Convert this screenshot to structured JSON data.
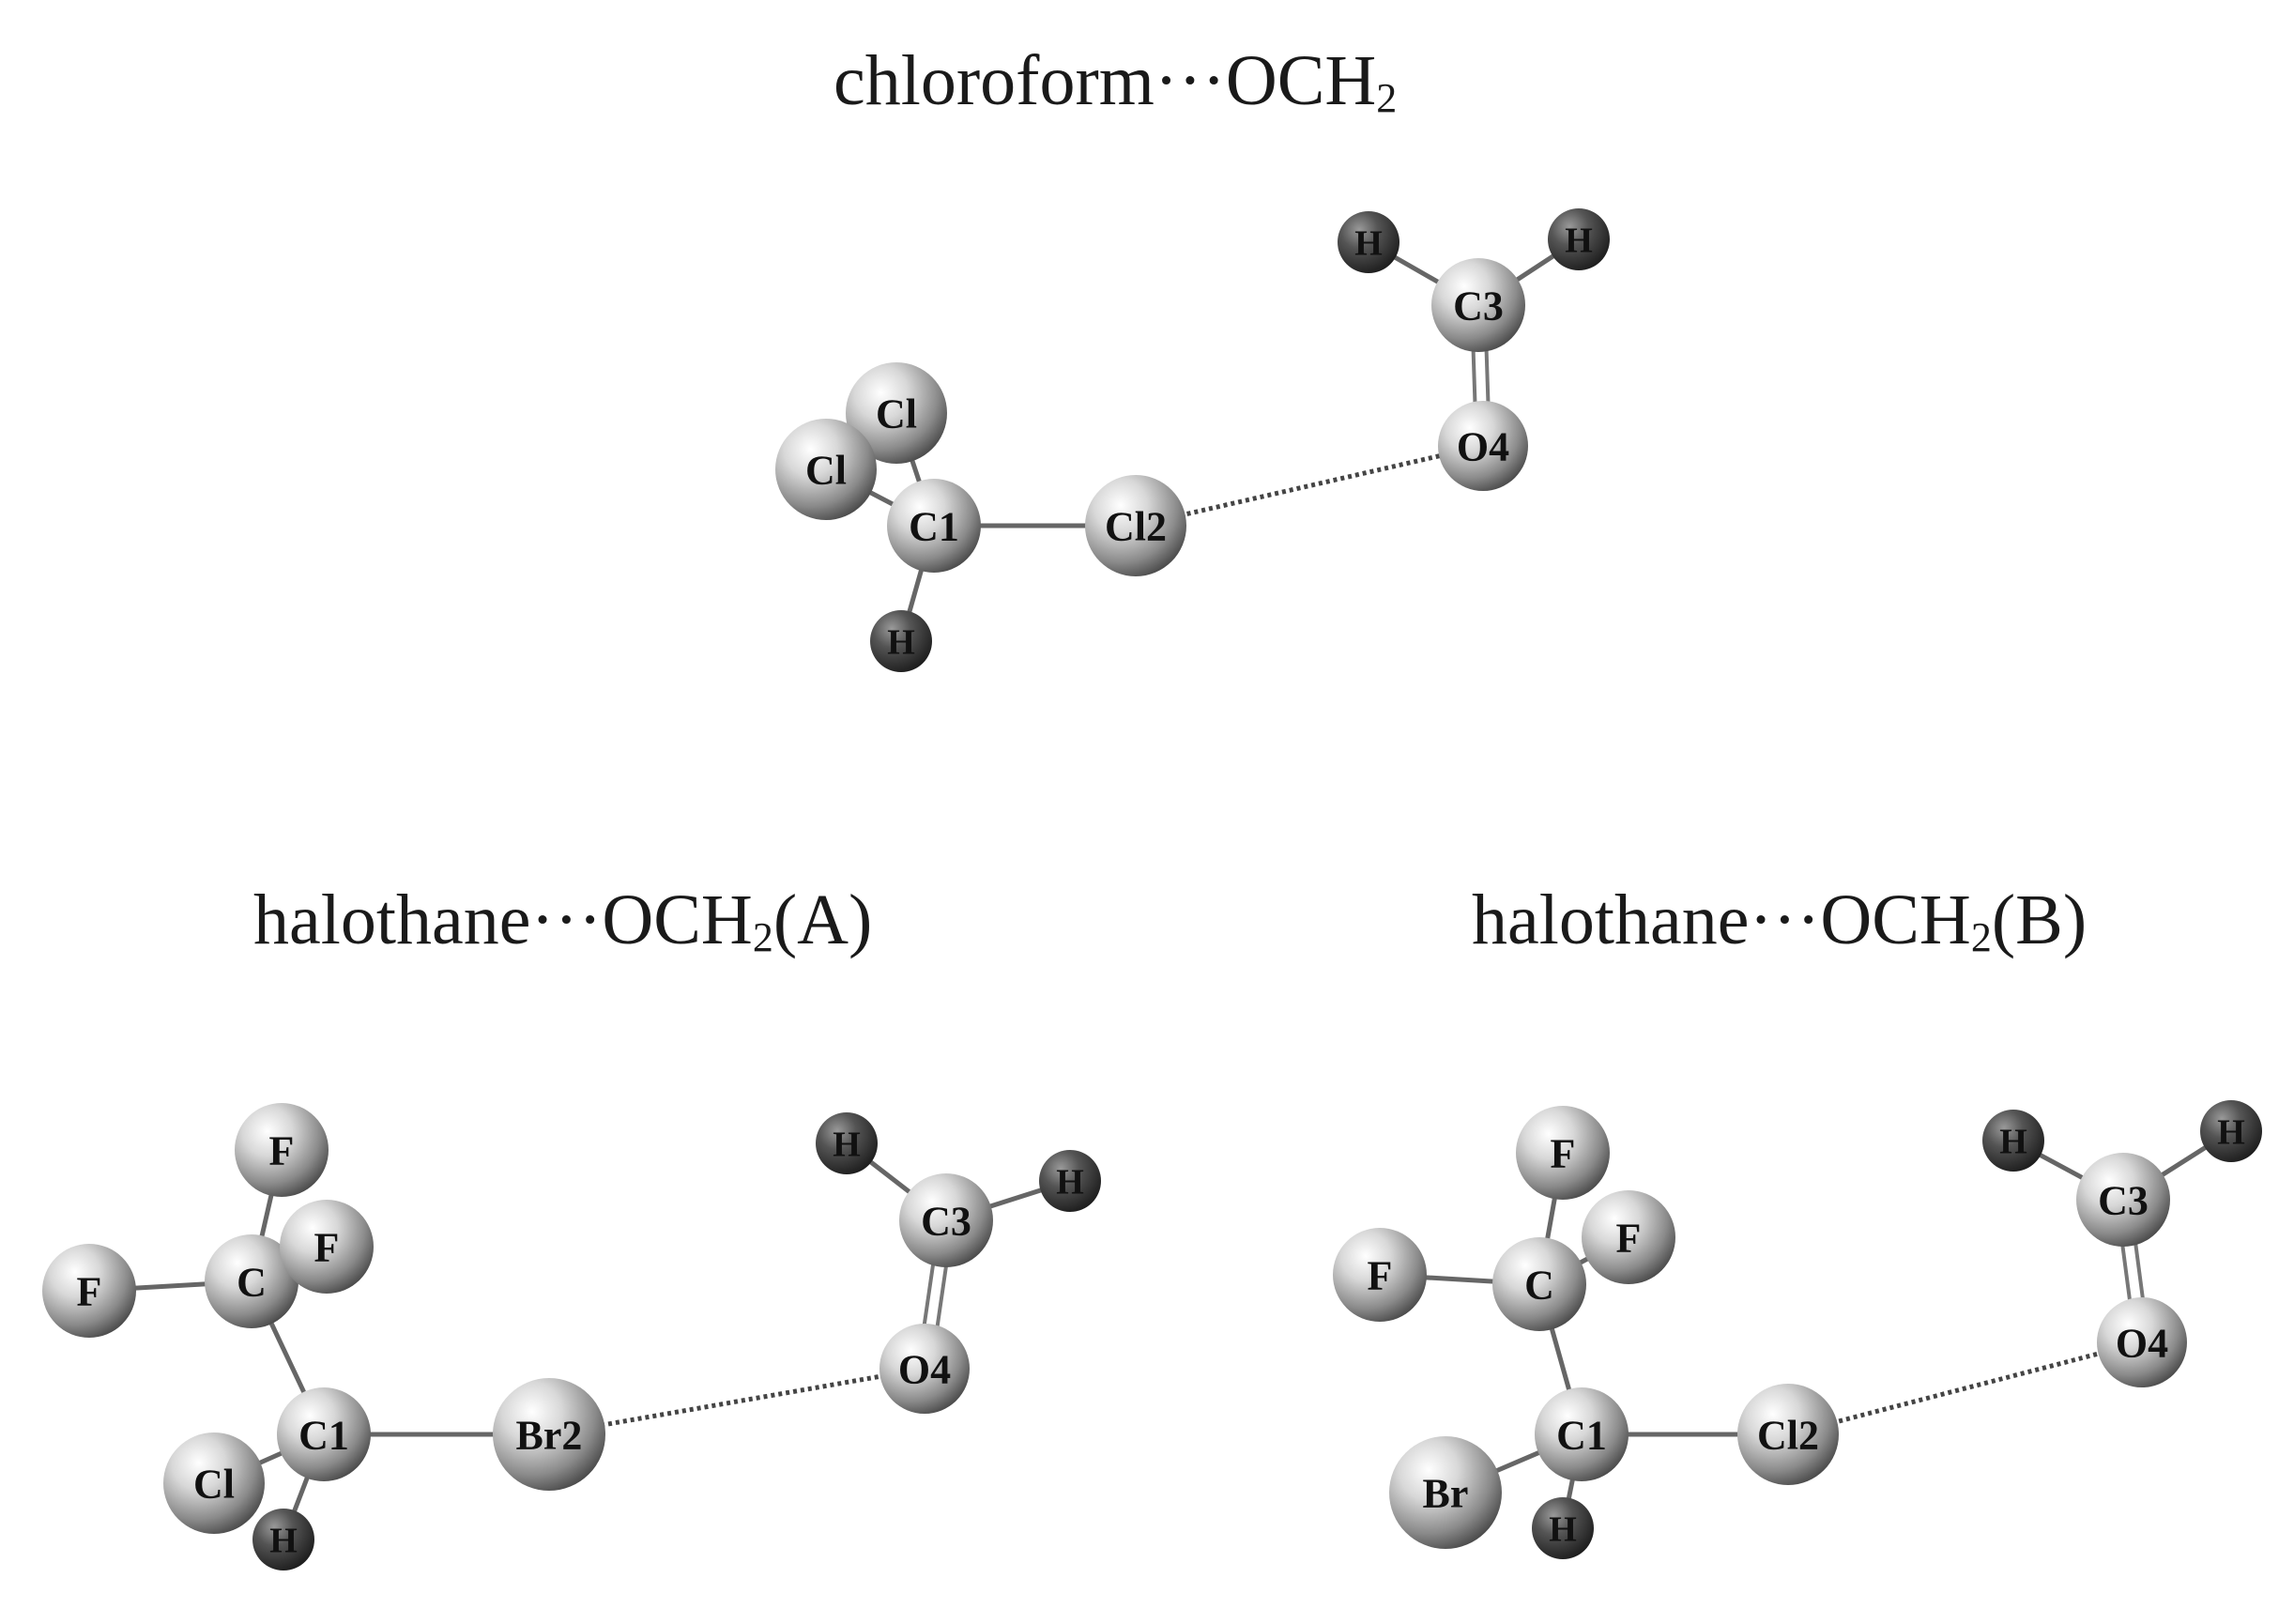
{
  "titles": {
    "chloroform": {
      "main": "chloroform···OCH",
      "sub": "2",
      "suffix": ""
    },
    "halothane_a": {
      "main": "halothane···OCH",
      "sub": "2",
      "suffix": "(A)"
    },
    "halothane_b": {
      "main": "halothane···OCH",
      "sub": "2",
      "suffix": "(B)"
    }
  },
  "molecules": [
    {
      "id": "chloroform",
      "atoms": [
        {
          "id": "Cl_a",
          "label": "Cl",
          "element": "Cl"
        },
        {
          "id": "Cl_b",
          "label": "Cl",
          "element": "Cl"
        },
        {
          "id": "C1",
          "label": "C1",
          "element": "C"
        },
        {
          "id": "Cl2",
          "label": "Cl2",
          "element": "Cl"
        },
        {
          "id": "H_c1",
          "label": "H",
          "element": "H"
        },
        {
          "id": "O4",
          "label": "O4",
          "element": "O"
        },
        {
          "id": "C3",
          "label": "C3",
          "element": "C"
        },
        {
          "id": "H_l",
          "label": "H",
          "element": "H"
        },
        {
          "id": "H_r",
          "label": "H",
          "element": "H"
        }
      ],
      "bonds": [
        {
          "a": "Cl_b",
          "b": "C1",
          "type": "single"
        },
        {
          "a": "Cl_a",
          "b": "C1",
          "type": "single"
        },
        {
          "a": "C1",
          "b": "Cl2",
          "type": "single"
        },
        {
          "a": "C1",
          "b": "H_c1",
          "type": "single"
        },
        {
          "a": "Cl2",
          "b": "O4",
          "type": "halogen"
        },
        {
          "a": "O4",
          "b": "C3",
          "type": "double"
        },
        {
          "a": "C3",
          "b": "H_l",
          "type": "single"
        },
        {
          "a": "C3",
          "b": "H_r",
          "type": "single"
        }
      ]
    },
    {
      "id": "halothane_a",
      "atoms": [
        {
          "id": "F_top",
          "label": "F",
          "element": "F"
        },
        {
          "id": "F_left",
          "label": "F",
          "element": "F"
        },
        {
          "id": "C",
          "label": "C",
          "element": "C"
        },
        {
          "id": "F_right",
          "label": "F",
          "element": "F"
        },
        {
          "id": "C1",
          "label": "C1",
          "element": "C"
        },
        {
          "id": "Cl",
          "label": "Cl",
          "element": "Cl"
        },
        {
          "id": "H_c1",
          "label": "H",
          "element": "H"
        },
        {
          "id": "Br2",
          "label": "Br2",
          "element": "Br"
        },
        {
          "id": "O4",
          "label": "O4",
          "element": "O"
        },
        {
          "id": "C3",
          "label": "C3",
          "element": "C"
        },
        {
          "id": "H_l",
          "label": "H",
          "element": "H"
        },
        {
          "id": "H_r",
          "label": "H",
          "element": "H"
        }
      ],
      "bonds": [
        {
          "a": "F_left",
          "b": "C",
          "type": "single"
        },
        {
          "a": "F_top",
          "b": "C",
          "type": "single"
        },
        {
          "a": "C",
          "b": "F_right",
          "type": "single"
        },
        {
          "a": "C",
          "b": "C1",
          "type": "single"
        },
        {
          "a": "C1",
          "b": "Cl",
          "type": "single"
        },
        {
          "a": "C1",
          "b": "H_c1",
          "type": "single"
        },
        {
          "a": "C1",
          "b": "Br2",
          "type": "single"
        },
        {
          "a": "Br2",
          "b": "O4",
          "type": "halogen"
        },
        {
          "a": "O4",
          "b": "C3",
          "type": "double"
        },
        {
          "a": "C3",
          "b": "H_l",
          "type": "single"
        },
        {
          "a": "C3",
          "b": "H_r",
          "type": "single"
        }
      ]
    },
    {
      "id": "halothane_b",
      "atoms": [
        {
          "id": "F_top",
          "label": "F",
          "element": "F"
        },
        {
          "id": "F_left",
          "label": "F",
          "element": "F"
        },
        {
          "id": "C",
          "label": "C",
          "element": "C"
        },
        {
          "id": "F_right",
          "label": "F",
          "element": "F"
        },
        {
          "id": "C1",
          "label": "C1",
          "element": "C"
        },
        {
          "id": "Br",
          "label": "Br",
          "element": "Br"
        },
        {
          "id": "H_c1",
          "label": "H",
          "element": "H"
        },
        {
          "id": "Cl2",
          "label": "Cl2",
          "element": "Cl"
        },
        {
          "id": "O4",
          "label": "O4",
          "element": "O"
        },
        {
          "id": "C3",
          "label": "C3",
          "element": "C"
        },
        {
          "id": "H_l",
          "label": "H",
          "element": "H"
        },
        {
          "id": "H_r",
          "label": "H",
          "element": "H"
        }
      ],
      "bonds": [
        {
          "a": "F_left",
          "b": "C",
          "type": "single"
        },
        {
          "a": "F_top",
          "b": "C",
          "type": "single"
        },
        {
          "a": "C",
          "b": "F_right",
          "type": "single"
        },
        {
          "a": "C",
          "b": "C1",
          "type": "single"
        },
        {
          "a": "C1",
          "b": "Br",
          "type": "single"
        },
        {
          "a": "C1",
          "b": "H_c1",
          "type": "single"
        },
        {
          "a": "C1",
          "b": "Cl2",
          "type": "single"
        },
        {
          "a": "Cl2",
          "b": "O4",
          "type": "halogen"
        },
        {
          "a": "O4",
          "b": "C3",
          "type": "double"
        },
        {
          "a": "C3",
          "b": "H_l",
          "type": "single"
        },
        {
          "a": "C3",
          "b": "H_r",
          "type": "single"
        }
      ]
    }
  ]
}
